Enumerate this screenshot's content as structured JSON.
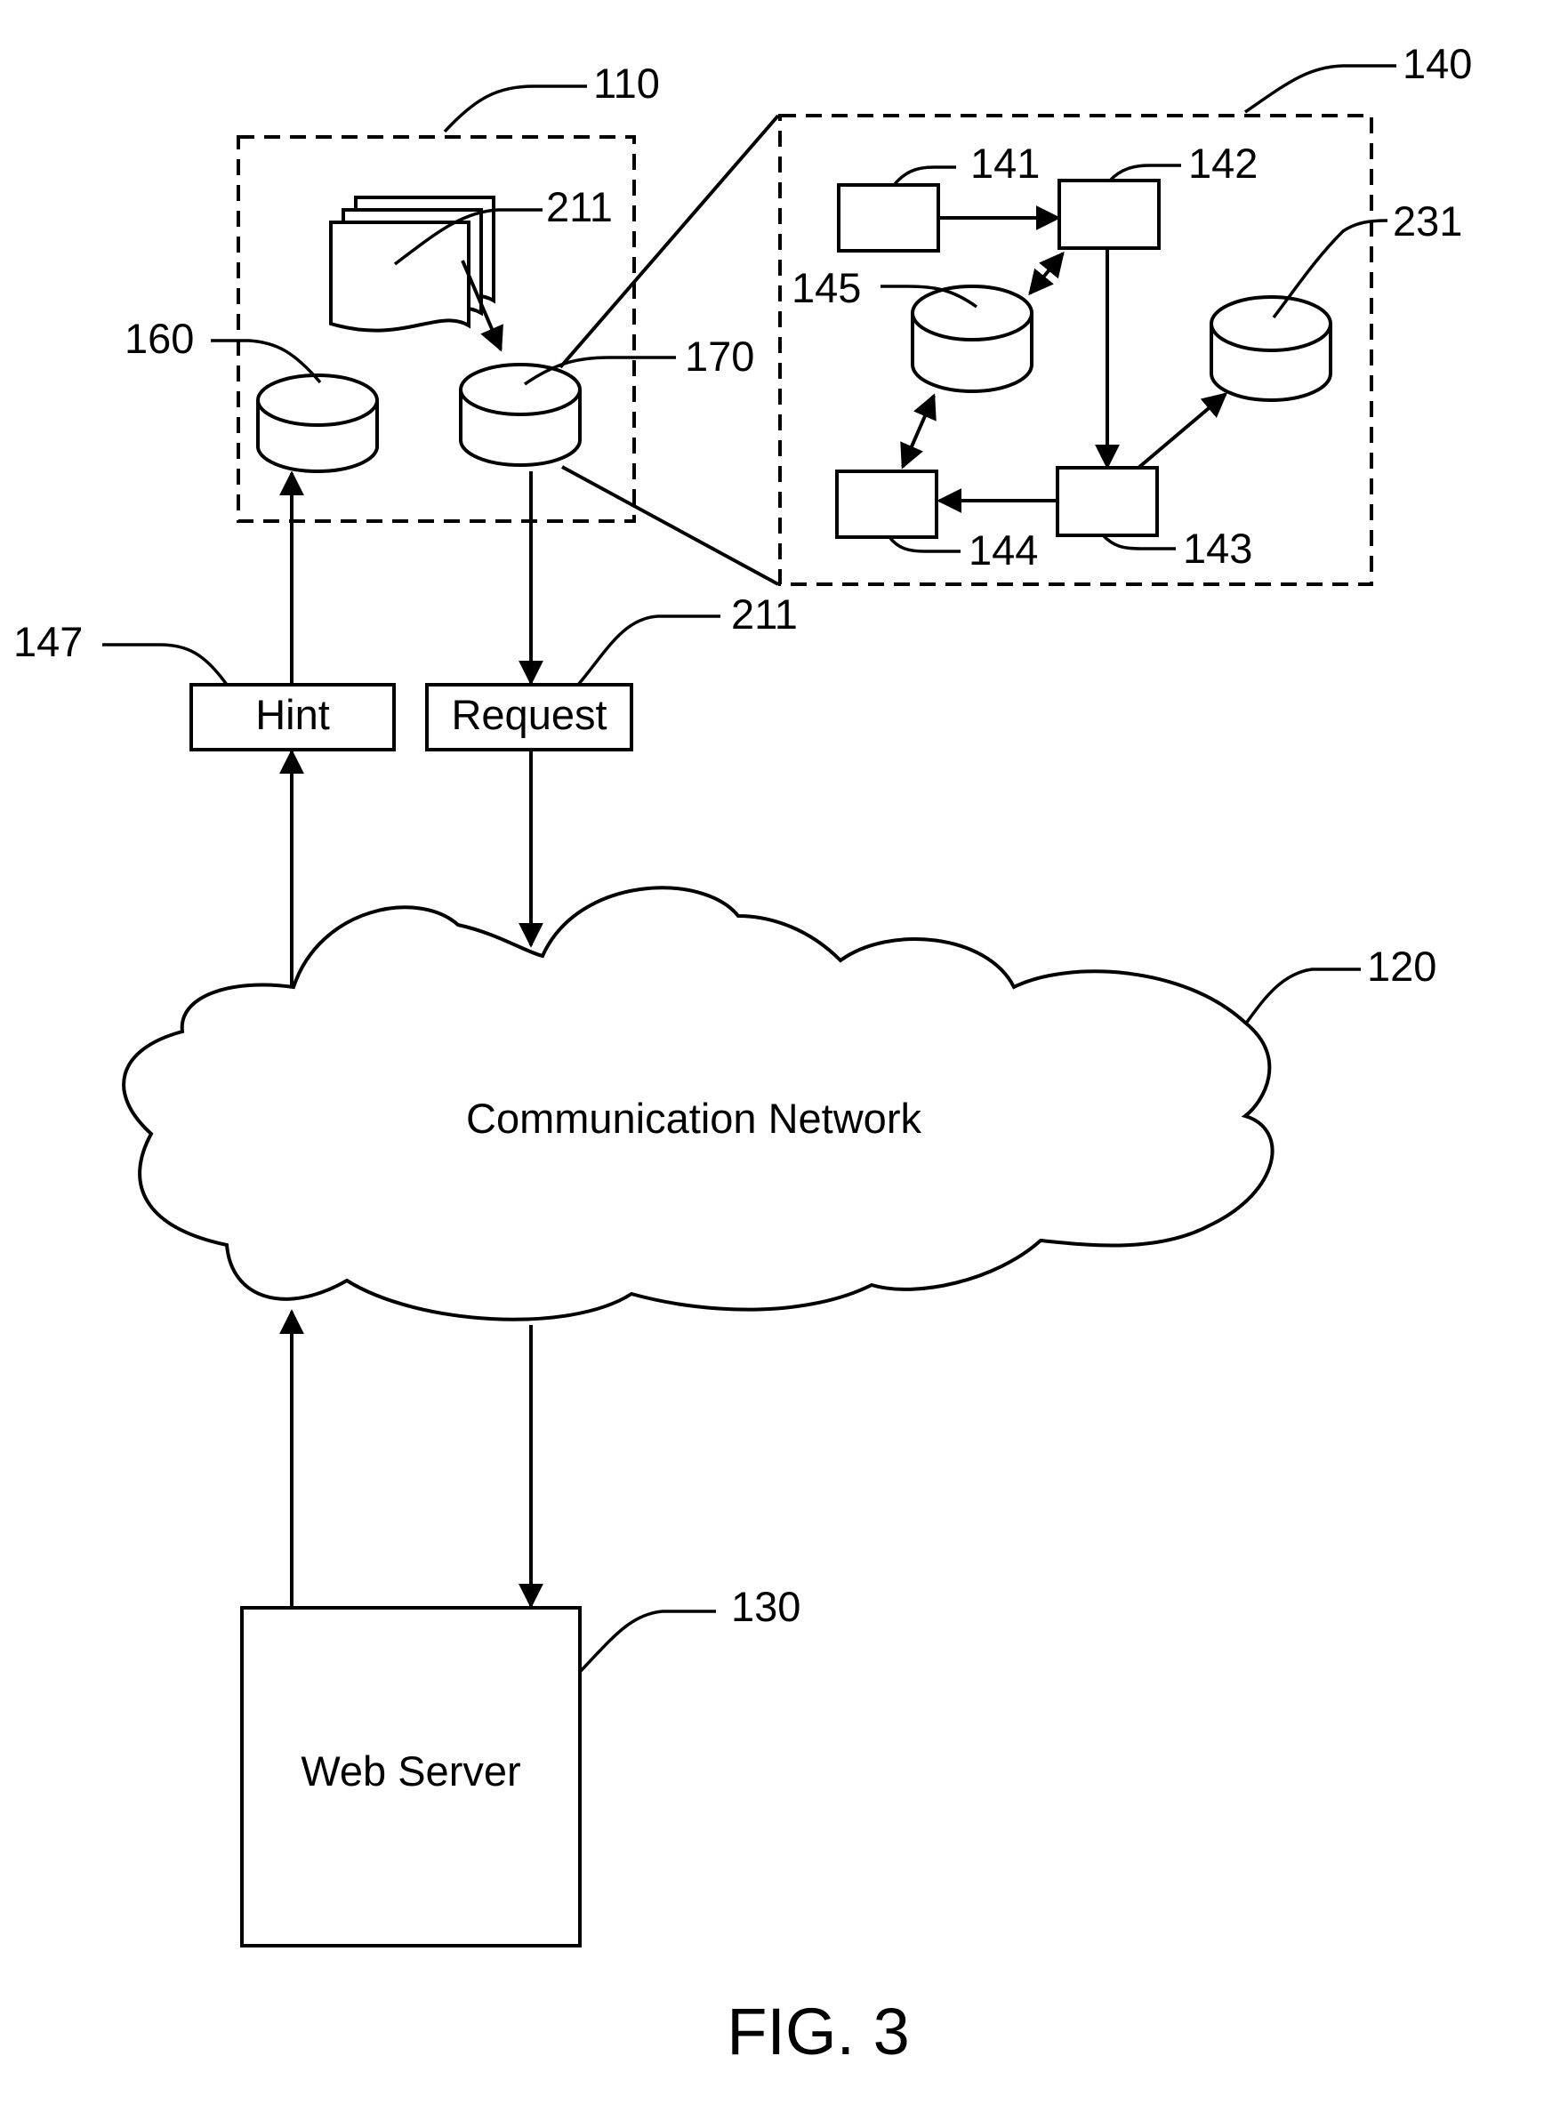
{
  "refs": {
    "r110": "110",
    "r140": "140",
    "r211_doc": "211",
    "r141": "141",
    "r142": "142",
    "r231": "231",
    "r145": "145",
    "r160": "160",
    "r170": "170",
    "r144": "144",
    "r143": "143",
    "r147": "147",
    "r211_req": "211",
    "r120": "120",
    "r130": "130"
  },
  "labels": {
    "hint": "Hint",
    "request": "Request",
    "network": "Communication Network",
    "web_server": "Web Server"
  },
  "caption": "FIG. 3"
}
